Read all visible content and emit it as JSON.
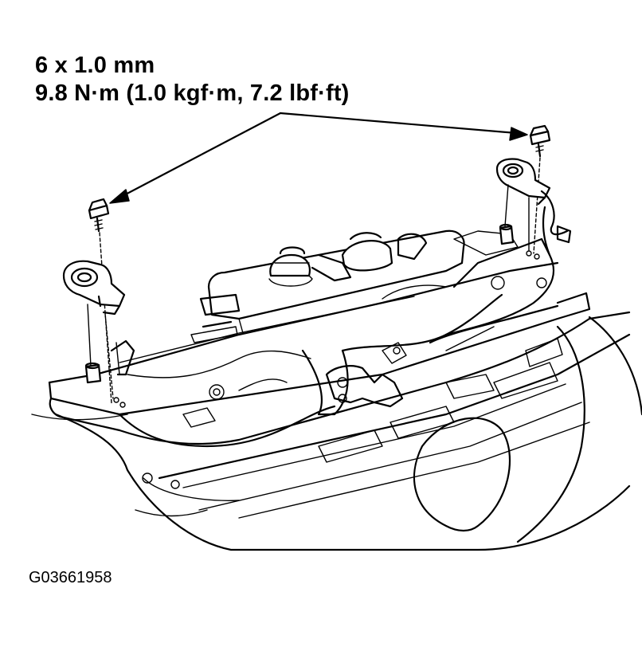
{
  "callout": {
    "bolt_size": "6 x 1.0 mm",
    "torque": "9.8 N·m (1.0 kgf·m, 7.2 lbf·ft)"
  },
  "figure_id": "G03661958"
}
